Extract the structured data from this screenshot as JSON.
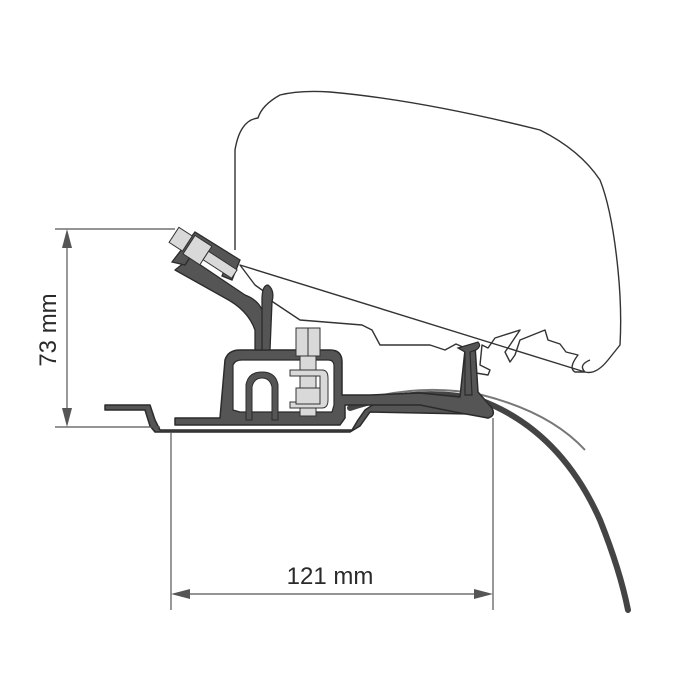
{
  "diagram": {
    "type": "technical cross-section drawing",
    "subject": "awning mounting adapter profile on curved vehicle roof",
    "colors": {
      "profile_fill": "#555555",
      "profile_stroke": "#2b2b2b",
      "bolt_fill": "#d9d9d9",
      "outline": "#333333",
      "dimension_line": "#555555",
      "background": "#ffffff"
    },
    "dimensions": {
      "height": {
        "label": "73 mm",
        "value": 73,
        "unit": "mm",
        "orientation": "vertical"
      },
      "width": {
        "label": "121 mm",
        "value": 121,
        "unit": "mm",
        "orientation": "horizontal"
      }
    },
    "components": [
      {
        "name": "awning-case",
        "description": "outlined awning housing (white)"
      },
      {
        "name": "adapter-profile",
        "description": "dark aluminium adapter bracket"
      },
      {
        "name": "angled-bolt",
        "description": "bolt and nut on angled clamp"
      },
      {
        "name": "vertical-bolt",
        "description": "bolt and nut through base clamp"
      },
      {
        "name": "roof-curve",
        "description": "curved vehicle roof panel"
      }
    ]
  }
}
